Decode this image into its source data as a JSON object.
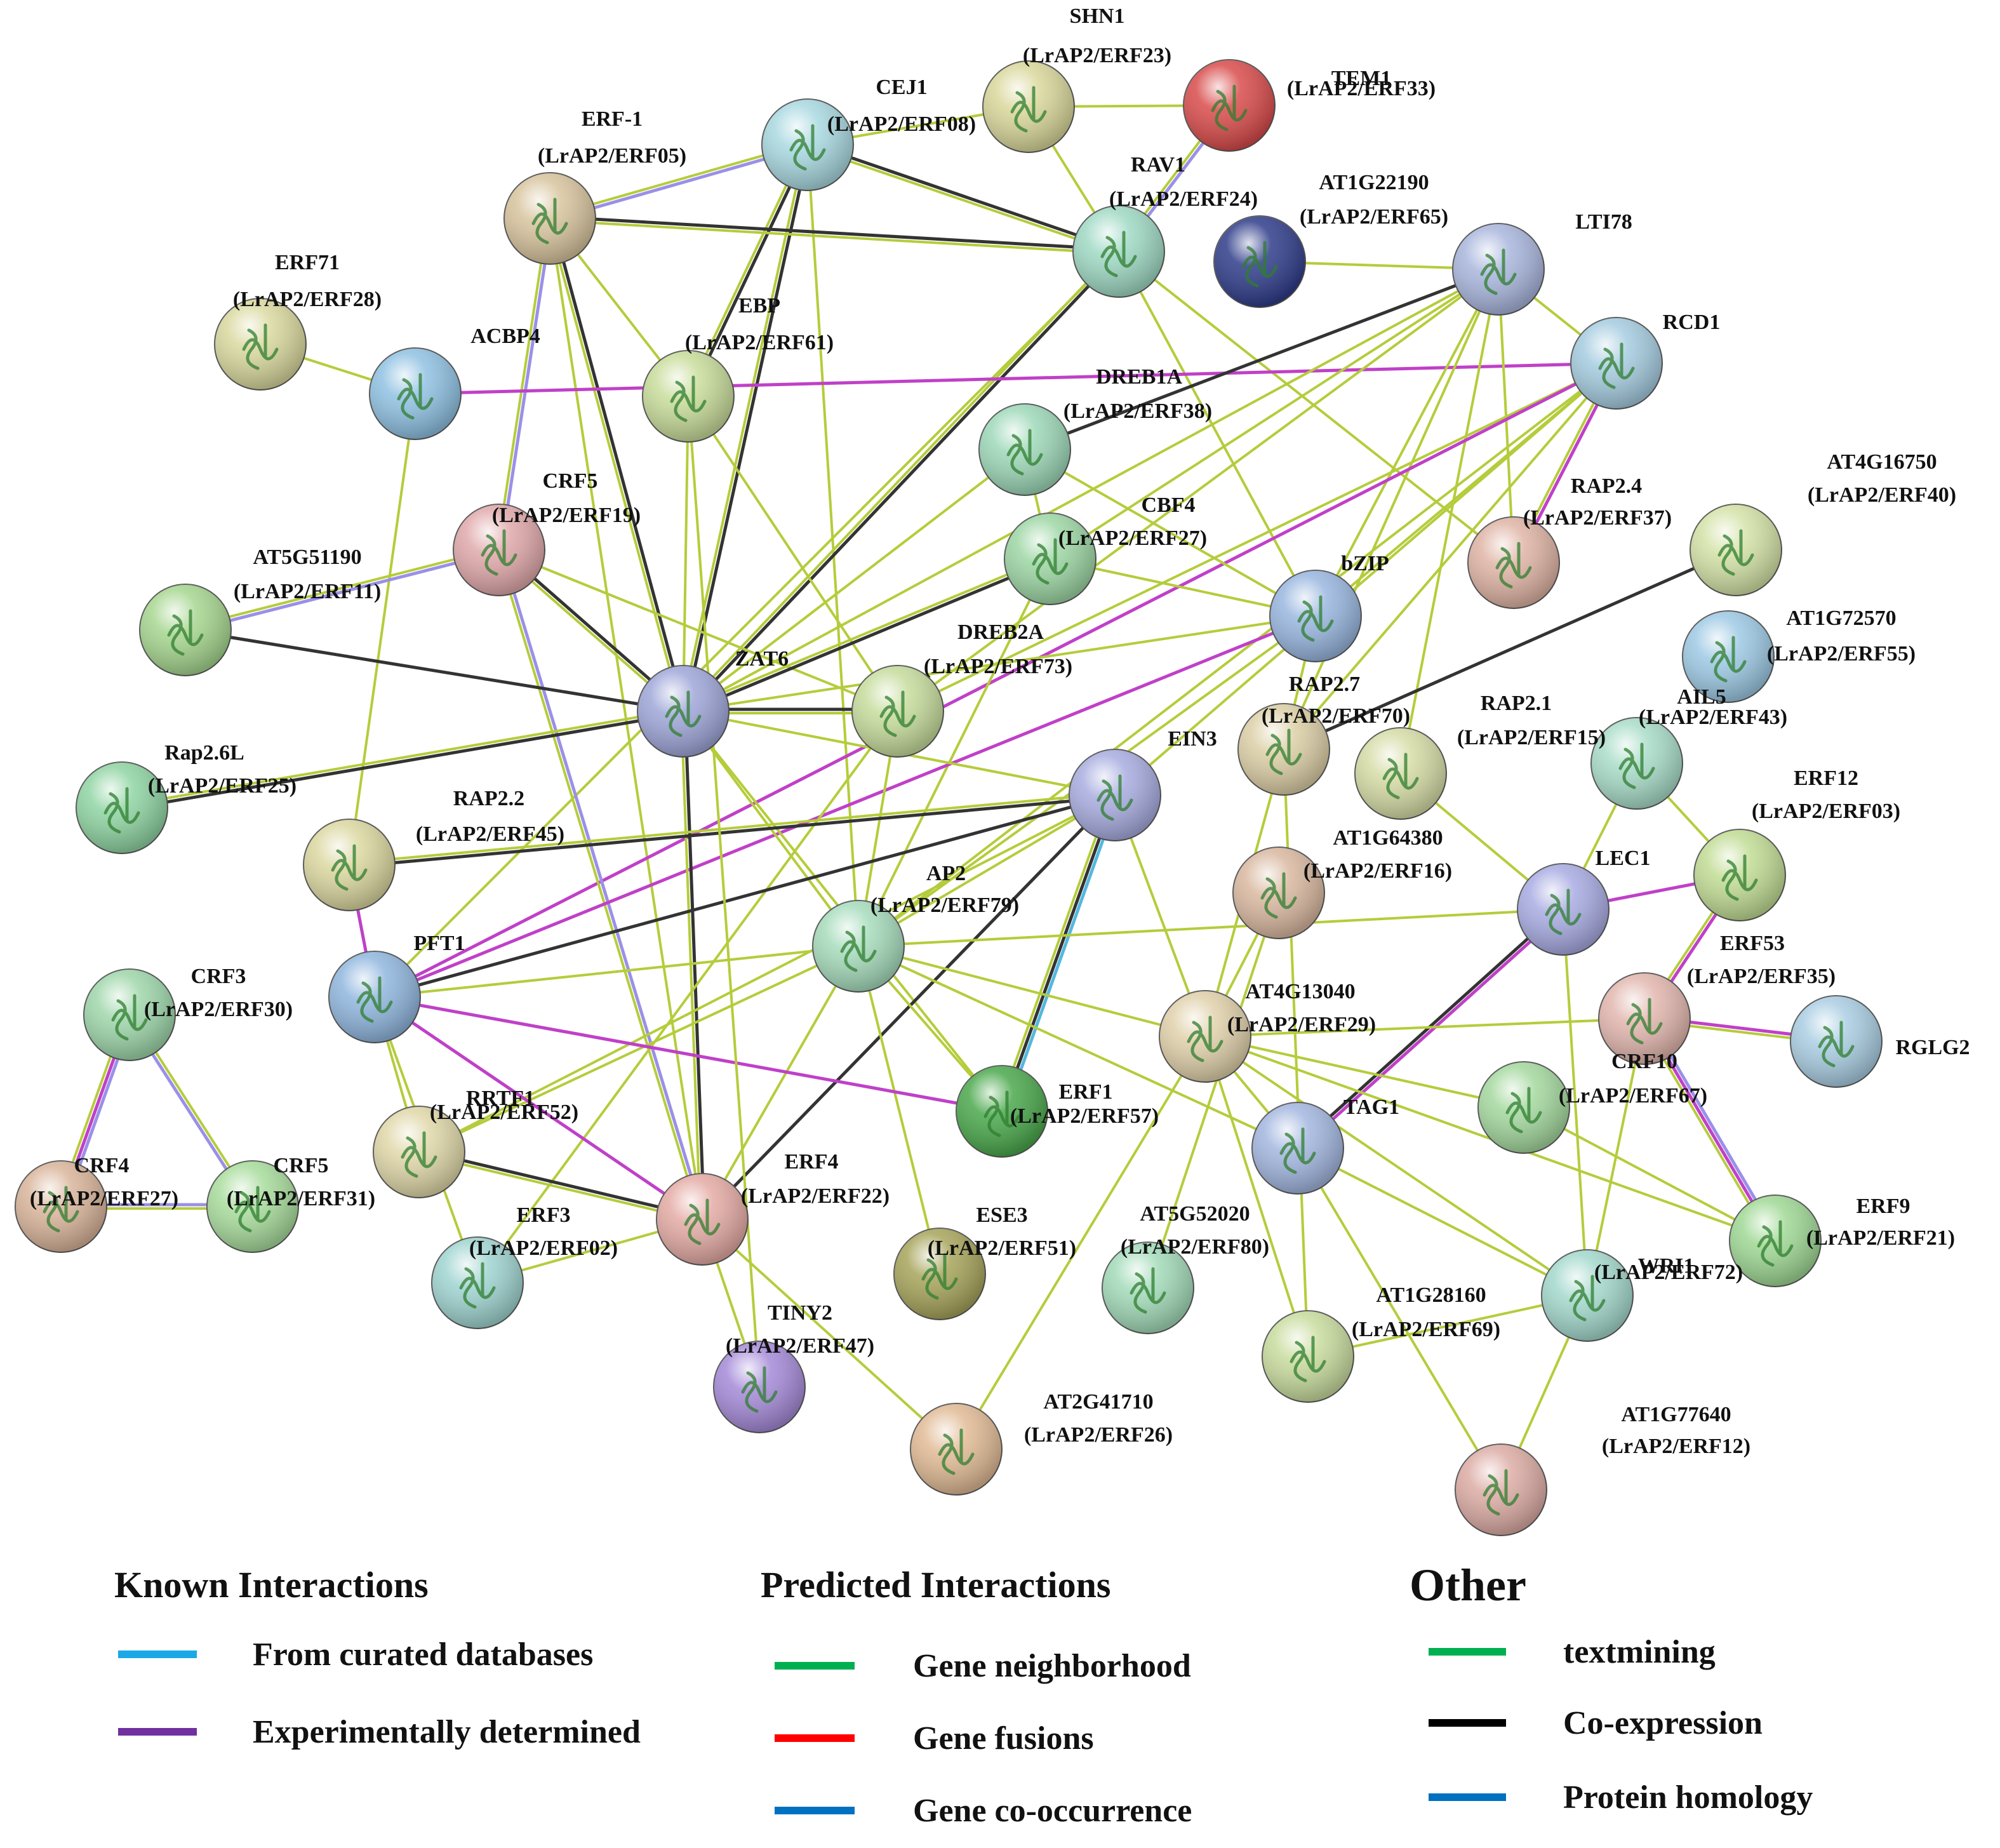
{
  "colors": {
    "textmining_edge": "#b5cc3b",
    "coexpression_edge": "#333333",
    "experimental_edge": "#c040c8",
    "database_edge": "#55b8de",
    "homology_edge": "#9a90e8"
  },
  "nodes": [
    {
      "id": "SHN1",
      "name": "SHN1",
      "sub": "(LrAP2/ERF23)",
      "color": "#d9d79a"
    },
    {
      "id": "TEM1",
      "name": "TEM1",
      "sub": "(LrAP2/ERF33)",
      "color": "#d94b4b"
    },
    {
      "id": "CEJ1",
      "name": "CEJ1",
      "sub": "(LrAP2/ERF08)",
      "color": "#a8d8e0"
    },
    {
      "id": "ERF-1",
      "name": "ERF-1",
      "sub": "(LrAP2/ERF05)",
      "color": "#d8c49e"
    },
    {
      "id": "RAV1",
      "name": "RAV1",
      "sub": "(LrAP2/ERF24)",
      "color": "#9fd9c4"
    },
    {
      "id": "AT1G22190",
      "name": "AT1G22190",
      "sub": "(LrAP2/ERF65)",
      "color": "#2f3c8a"
    },
    {
      "id": "LTI78",
      "name": "LTI78",
      "sub": "",
      "color": "#a9b6dd"
    },
    {
      "id": "ERF71",
      "name": "ERF71",
      "sub": "(LrAP2/ERF28)",
      "color": "#d9d89e"
    },
    {
      "id": "ACBP4",
      "name": "ACBP4",
      "sub": "",
      "color": "#8fc1e2"
    },
    {
      "id": "EBP",
      "name": "EBP",
      "sub": "(LrAP2/ERF61)",
      "color": "#c8dc9a"
    },
    {
      "id": "RCD1",
      "name": "RCD1",
      "sub": "",
      "color": "#a5cce0"
    },
    {
      "id": "DREB1A",
      "name": "DREB1A",
      "sub": "(LrAP2/ERF38)",
      "color": "#9dd8b8"
    },
    {
      "id": "AT4G16750",
      "name": "AT4G16750",
      "sub": "(LrAP2/ERF40)",
      "color": "#d3e2a6"
    },
    {
      "id": "CRF5a",
      "name": "CRF5",
      "sub": "(LrAP2/ERF19)",
      "color": "#e0a8aa"
    },
    {
      "id": "RAP2.4",
      "name": "RAP2.4",
      "sub": "(LrAP2/ERF37)",
      "color": "#dfb3a4"
    },
    {
      "id": "CBF4",
      "name": "CBF4",
      "sub": "(LrAP2/ERF27)",
      "color": "#9dd6a4"
    },
    {
      "id": "AT5G51190",
      "name": "AT5G51190",
      "sub": "(LrAP2/ERF11)",
      "color": "#a6d68f"
    },
    {
      "id": "bZIP",
      "name": "bZIP",
      "sub": "",
      "color": "#98b6df"
    },
    {
      "id": "AT1G72570",
      "name": "AT1G72570",
      "sub": "(LrAP2/ERF55)",
      "color": "#9dc9e4"
    },
    {
      "id": "ZAT6",
      "name": "ZAT6",
      "sub": "",
      "color": "#9ea6d8"
    },
    {
      "id": "DREB2A",
      "name": "DREB2A",
      "sub": "(LrAP2/ERF73)",
      "color": "#c6dc9c"
    },
    {
      "id": "RAP2.7",
      "name": "RAP2.7",
      "sub": "(LrAP2/ERF70)",
      "color": "#dccfa6"
    },
    {
      "id": "RAP2.1",
      "name": "RAP2.1",
      "sub": "(LrAP2/ERF15)",
      "color": "#d6dca6"
    },
    {
      "id": "AIL5",
      "name": "AIL5",
      "sub": "(LrAP2/ERF43)",
      "color": "#a8dcc8"
    },
    {
      "id": "Rap2.6L",
      "name": "Rap2.6L",
      "sub": "(LrAP2/ERF25)",
      "color": "#8fd4a2"
    },
    {
      "id": "EIN3",
      "name": "EIN3",
      "sub": "",
      "color": "#a7acdf"
    },
    {
      "id": "RAP2.2",
      "name": "RAP2.2",
      "sub": "(LrAP2/ERF45)",
      "color": "#dbd7a0"
    },
    {
      "id": "ERF12",
      "name": "ERF12",
      "sub": "(LrAP2/ERF03)",
      "color": "#c1dc94"
    },
    {
      "id": "AT1G64380",
      "name": "AT1G64380",
      "sub": "(LrAP2/ERF16)",
      "color": "#d9b8a0"
    },
    {
      "id": "LEC1",
      "name": "LEC1",
      "sub": "",
      "color": "#a8abe2"
    },
    {
      "id": "AP2",
      "name": "AP2",
      "sub": "(LrAP2/ERF79)",
      "color": "#a6dcbc"
    },
    {
      "id": "PFT1",
      "name": "PFT1",
      "sub": "",
      "color": "#90b6de"
    },
    {
      "id": "CRF3",
      "name": "CRF3",
      "sub": "(LrAP2/ERF30)",
      "color": "#9ed6aa"
    },
    {
      "id": "ERF53",
      "name": "ERF53",
      "sub": "(LrAP2/ERF35)",
      "color": "#e2b6ae"
    },
    {
      "id": "AT4G13040",
      "name": "AT4G13040",
      "sub": "(LrAP2/ERF29)",
      "color": "#e0d0aa"
    },
    {
      "id": "RGLG2",
      "name": "RGLG2",
      "sub": "",
      "color": "#a9cde2"
    },
    {
      "id": "RRTF1",
      "name": "RRTF1",
      "sub": "(LrAP2/ERF52)",
      "color": "#dfd7a8"
    },
    {
      "id": "ERF1",
      "name": "ERF1",
      "sub": "(LrAP2/ERF57)",
      "color": "#4aa84c"
    },
    {
      "id": "TAG1",
      "name": "TAG1",
      "sub": "",
      "color": "#a2b6df"
    },
    {
      "id": "CRF10",
      "name": "CRF10",
      "sub": "(LrAP2/ERF67)",
      "color": "#a4d89e"
    },
    {
      "id": "CRF4",
      "name": "CRF4",
      "sub": "(LrAP2/ERF27)",
      "color": "#d9b49a"
    },
    {
      "id": "CRF5b",
      "name": "CRF5",
      "sub": "(LrAP2/ERF31)",
      "color": "#a8dc9c"
    },
    {
      "id": "ERF4",
      "name": "ERF4",
      "sub": "(LrAP2/ERF22)",
      "color": "#e4aaa4"
    },
    {
      "id": "ERF3",
      "name": "ERF3",
      "sub": "(LrAP2/ERF02)",
      "color": "#9fd4d0"
    },
    {
      "id": "ESE3",
      "name": "ESE3",
      "sub": "(LrAP2/ERF51)",
      "color": "#a6a45a"
    },
    {
      "id": "AT5G52020",
      "name": "AT5G52020",
      "sub": "(LrAP2/ERF80)",
      "color": "#a2dab8"
    },
    {
      "id": "ERF9",
      "name": "ERF9",
      "sub": "(LrAP2/ERF21)",
      "color": "#9fd894"
    },
    {
      "id": "WRI1",
      "name": "WRI1",
      "sub": "(LrAP2/ERF72)",
      "color": "#a3d8cc"
    },
    {
      "id": "AT1G28160",
      "name": "AT1G28160",
      "sub": "(LrAP2/ERF69)",
      "color": "#c9dc9e"
    },
    {
      "id": "TINY2",
      "name": "TINY2",
      "sub": "(LrAP2/ERF47)",
      "color": "#a58ad8"
    },
    {
      "id": "AT2G41710",
      "name": "AT2G41710",
      "sub": "(LrAP2/ERF26)",
      "color": "#e0ba94"
    },
    {
      "id": "AT1G77640",
      "name": "AT1G77640",
      "sub": "(LrAP2/ERF12)",
      "color": "#dcaba4"
    }
  ],
  "edges": [
    {
      "a": "SHN1",
      "b": "TEM1",
      "types": [
        "textmining"
      ]
    },
    {
      "a": "SHN1",
      "b": "RAV1",
      "types": [
        "textmining"
      ]
    },
    {
      "a": "TEM1",
      "b": "RAV1",
      "types": [
        "homology",
        "textmining"
      ]
    },
    {
      "a": "CEJ1",
      "b": "ERF-1",
      "types": [
        "homology",
        "textmining"
      ]
    },
    {
      "a": "CEJ1",
      "b": "RAV1",
      "types": [
        "coexpression",
        "textmining"
      ]
    },
    {
      "a": "CEJ1",
      "b": "EBP",
      "types": [
        "coexpression",
        "textmining"
      ]
    },
    {
      "a": "CEJ1",
      "b": "ZAT6",
      "types": [
        "coexpression",
        "textmining"
      ]
    },
    {
      "a": "CEJ1",
      "b": "AP2",
      "types": [
        "textmining"
      ]
    },
    {
      "a": "CEJ1",
      "b": "SHN1",
      "types": [
        "textmining"
      ]
    },
    {
      "a": "ERF-1",
      "b": "RAV1",
      "types": [
        "coexpression",
        "textmining"
      ]
    },
    {
      "a": "ERF-1",
      "b": "CRF5a",
      "types": [
        "homology",
        "textmining"
      ]
    },
    {
      "a": "ERF-1",
      "b": "ZAT6",
      "types": [
        "coexpression",
        "textmining"
      ]
    },
    {
      "a": "ERF-1",
      "b": "ERF4",
      "types": [
        "textmining"
      ]
    },
    {
      "a": "ERF-1",
      "b": "EBP",
      "types": [
        "textmining"
      ]
    },
    {
      "a": "RAV1",
      "b": "ZAT6",
      "types": [
        "coexpression",
        "textmining"
      ]
    },
    {
      "a": "RAV1",
      "b": "bZIP",
      "types": [
        "textmining"
      ]
    },
    {
      "a": "RAV1",
      "b": "RAP2.4",
      "types": [
        "textmining"
      ]
    },
    {
      "a": "RAV1",
      "b": "PFT1",
      "types": [
        "textmining"
      ]
    },
    {
      "a": "AT1G22190",
      "b": "LTI78",
      "types": [
        "textmining"
      ]
    },
    {
      "a": "ERF71",
      "b": "ACBP4",
      "types": [
        "textmining"
      ]
    },
    {
      "a": "ACBP4",
      "b": "RCD1",
      "types": [
        "experimental"
      ]
    },
    {
      "a": "ACBP4",
      "b": "RAP2.2",
      "types": [
        "textmining"
      ]
    },
    {
      "a": "EBP",
      "b": "ZAT6",
      "types": [
        "textmining"
      ]
    },
    {
      "a": "EBP",
      "b": "DREB2A",
      "types": [
        "textmining"
      ]
    },
    {
      "a": "LTI78",
      "b": "DREB1A",
      "types": [
        "coexpression"
      ]
    },
    {
      "a": "LTI78",
      "b": "CBF4",
      "types": [
        "textmining"
      ]
    },
    {
      "a": "LTI78",
      "b": "RAP2.4",
      "types": [
        "textmining"
      ]
    },
    {
      "a": "LTI78",
      "b": "bZIP",
      "types": [
        "textmining"
      ]
    },
    {
      "a": "LTI78",
      "b": "DREB2A",
      "types": [
        "textmining"
      ]
    },
    {
      "a": "LTI78",
      "b": "RAP2.7",
      "types": [
        "textmining"
      ]
    },
    {
      "a": "LTI78",
      "b": "RAP2.1",
      "types": [
        "textmining"
      ]
    },
    {
      "a": "LTI78",
      "b": "RCD1",
      "types": [
        "textmining"
      ]
    },
    {
      "a": "LTI78",
      "b": "ZAT6",
      "types": [
        "textmining"
      ]
    },
    {
      "a": "RCD1",
      "b": "RAP2.4",
      "types": [
        "experimental",
        "textmining"
      ]
    },
    {
      "a": "RCD1",
      "b": "DREB2A",
      "types": [
        "textmining"
      ]
    },
    {
      "a": "RCD1",
      "b": "bZIP",
      "types": [
        "textmining"
      ]
    },
    {
      "a": "RCD1",
      "b": "RAP2.7",
      "types": [
        "textmining"
      ]
    },
    {
      "a": "RCD1",
      "b": "AP2",
      "types": [
        "textmining"
      ]
    },
    {
      "a": "RCD1",
      "b": "PFT1",
      "types": [
        "experimental"
      ]
    },
    {
      "a": "RCD1",
      "b": "EIN3",
      "types": [
        "textmining"
      ]
    },
    {
      "a": "DREB1A",
      "b": "ZAT6",
      "types": [
        "textmining"
      ]
    },
    {
      "a": "DREB1A",
      "b": "CBF4",
      "types": [
        "textmining"
      ]
    },
    {
      "a": "DREB1A",
      "b": "bZIP",
      "types": [
        "textmining"
      ]
    },
    {
      "a": "CRF5a",
      "b": "ZAT6",
      "types": [
        "coexpression",
        "textmining"
      ]
    },
    {
      "a": "CRF5a",
      "b": "ERF4",
      "types": [
        "homology",
        "textmining"
      ]
    },
    {
      "a": "CRF5a",
      "b": "AT5G51190",
      "types": [
        "homology",
        "textmining"
      ]
    },
    {
      "a": "CRF5a",
      "b": "DREB2A",
      "types": [
        "textmining"
      ]
    },
    {
      "a": "CBF4",
      "b": "ZAT6",
      "types": [
        "coexpression",
        "textmining"
      ]
    },
    {
      "a": "CBF4",
      "b": "bZIP",
      "types": [
        "textmining"
      ]
    },
    {
      "a": "CBF4",
      "b": "AP2",
      "types": [
        "textmining"
      ]
    },
    {
      "a": "AT5G51190",
      "b": "ZAT6",
      "types": [
        "coexpression"
      ]
    },
    {
      "a": "bZIP",
      "b": "PFT1",
      "types": [
        "experimental"
      ]
    },
    {
      "a": "bZIP",
      "b": "ZAT6",
      "types": [
        "textmining"
      ]
    },
    {
      "a": "bZIP",
      "b": "AP2",
      "types": [
        "textmining"
      ]
    },
    {
      "a": "bZIP",
      "b": "RAP2.7",
      "types": [
        "textmining"
      ]
    },
    {
      "a": "AT4G16750",
      "b": "RAP2.7",
      "types": [
        "coexpression"
      ]
    },
    {
      "a": "ZAT6",
      "b": "DREB2A",
      "types": [
        "coexpression",
        "textmining"
      ]
    },
    {
      "a": "ZAT6",
      "b": "ERF4",
      "types": [
        "coexpression",
        "textmining"
      ]
    },
    {
      "a": "ZAT6",
      "b": "Rap2.6L",
      "types": [
        "coexpression",
        "textmining"
      ]
    },
    {
      "a": "ZAT6",
      "b": "EIN3",
      "types": [
        "textmining"
      ]
    },
    {
      "a": "ZAT6",
      "b": "AP2",
      "types": [
        "textmining"
      ]
    },
    {
      "a": "ZAT6",
      "b": "ERF1",
      "types": [
        "textmining"
      ]
    },
    {
      "a": "DREB2A",
      "b": "AP2",
      "types": [
        "textmining"
      ]
    },
    {
      "a": "DREB2A",
      "b": "ERF3",
      "types": [
        "textmining"
      ]
    },
    {
      "a": "RAP2.7",
      "b": "AT4G13040",
      "types": [
        "textmining"
      ]
    },
    {
      "a": "RAP2.7",
      "b": "AT1G28160",
      "types": [
        "textmining"
      ]
    },
    {
      "a": "RAP2.1",
      "b": "LEC1",
      "types": [
        "textmining"
      ]
    },
    {
      "a": "AIL5",
      "b": "LEC1",
      "types": [
        "textmining"
      ]
    },
    {
      "a": "EIN3",
      "b": "ERF1",
      "types": [
        "database",
        "coexpression",
        "textmining"
      ]
    },
    {
      "a": "EIN3",
      "b": "RAP2.2",
      "types": [
        "coexpression",
        "textmining"
      ]
    },
    {
      "a": "EIN3",
      "b": "PFT1",
      "types": [
        "coexpression"
      ]
    },
    {
      "a": "EIN3",
      "b": "ERF4",
      "types": [
        "coexpression"
      ]
    },
    {
      "a": "EIN3",
      "b": "AP2",
      "types": [
        "textmining"
      ]
    },
    {
      "a": "EIN3",
      "b": "RRTF1",
      "types": [
        "textmining"
      ]
    },
    {
      "a": "EIN3",
      "b": "AT4G13040",
      "types": [
        "textmining"
      ]
    },
    {
      "a": "RAP2.2",
      "b": "PFT1",
      "types": [
        "experimental"
      ]
    },
    {
      "a": "ERF12",
      "b": "LEC1",
      "types": [
        "experimental"
      ]
    },
    {
      "a": "ERF12",
      "b": "ERF53",
      "types": [
        "experimental",
        "textmining"
      ]
    },
    {
      "a": "ERF12",
      "b": "AIL5",
      "types": [
        "textmining"
      ]
    },
    {
      "a": "AT1G64380",
      "b": "AT4G13040",
      "types": [
        "textmining"
      ]
    },
    {
      "a": "AT1G64380",
      "b": "AT5G52020",
      "types": [
        "textmining"
      ]
    },
    {
      "a": "LEC1",
      "b": "TAG1",
      "types": [
        "experimental",
        "coexpression"
      ]
    },
    {
      "a": "LEC1",
      "b": "WRI1",
      "types": [
        "textmining"
      ]
    },
    {
      "a": "LEC1",
      "b": "AP2",
      "types": [
        "textmining"
      ]
    },
    {
      "a": "AP2",
      "b": "PFT1",
      "types": [
        "textmining"
      ]
    },
    {
      "a": "AP2",
      "b": "ERF1",
      "types": [
        "textmining"
      ]
    },
    {
      "a": "AP2",
      "b": "ERF4",
      "types": [
        "textmining"
      ]
    },
    {
      "a": "AP2",
      "b": "ESE3",
      "types": [
        "textmining"
      ]
    },
    {
      "a": "AP2",
      "b": "RRTF1",
      "types": [
        "textmining"
      ]
    },
    {
      "a": "AP2",
      "b": "AT4G13040",
      "types": [
        "textmining"
      ]
    },
    {
      "a": "AP2",
      "b": "TAG1",
      "types": [
        "textmining"
      ]
    },
    {
      "a": "PFT1",
      "b": "ERF1",
      "types": [
        "experimental"
      ]
    },
    {
      "a": "PFT1",
      "b": "ERF4",
      "types": [
        "experimental"
      ]
    },
    {
      "a": "PFT1",
      "b": "RRTF1",
      "types": [
        "textmining"
      ]
    },
    {
      "a": "PFT1",
      "b": "ERF3",
      "types": [
        "textmining"
      ]
    },
    {
      "a": "CRF3",
      "b": "CRF4",
      "types": [
        "homology",
        "experimental",
        "textmining"
      ]
    },
    {
      "a": "CRF3",
      "b": "CRF5b",
      "types": [
        "textmining",
        "homology"
      ]
    },
    {
      "a": "CRF4",
      "b": "CRF5b",
      "types": [
        "homology",
        "textmining"
      ]
    },
    {
      "a": "ERF53",
      "b": "RGLG2",
      "types": [
        "experimental",
        "textmining"
      ]
    },
    {
      "a": "ERF53",
      "b": "ERF9",
      "types": [
        "homology",
        "experimental",
        "textmining"
      ]
    },
    {
      "a": "ERF53",
      "b": "AT4G13040",
      "types": [
        "textmining"
      ]
    },
    {
      "a": "ERF53",
      "b": "WRI1",
      "types": [
        "textmining"
      ]
    },
    {
      "a": "AT4G13040",
      "b": "CRF10",
      "types": [
        "textmining"
      ]
    },
    {
      "a": "AT4G13040",
      "b": "TAG1",
      "types": [
        "textmining"
      ]
    },
    {
      "a": "AT4G13040",
      "b": "AT2G41710",
      "types": [
        "textmining"
      ]
    },
    {
      "a": "AT4G13040",
      "b": "AT1G28160",
      "types": [
        "textmining"
      ]
    },
    {
      "a": "AT4G13040",
      "b": "ERF9",
      "types": [
        "textmining"
      ]
    },
    {
      "a": "AT4G13040",
      "b": "WRI1",
      "types": [
        "textmining"
      ]
    },
    {
      "a": "RRTF1",
      "b": "ERF4",
      "types": [
        "coexpression",
        "textmining"
      ]
    },
    {
      "a": "TAG1",
      "b": "WRI1",
      "types": [
        "textmining"
      ]
    },
    {
      "a": "TAG1",
      "b": "AT1G77640",
      "types": [
        "textmining"
      ]
    },
    {
      "a": "CRF10",
      "b": "ERF9",
      "types": [
        "textmining"
      ]
    },
    {
      "a": "ERF4",
      "b": "ERF3",
      "types": [
        "textmining"
      ]
    },
    {
      "a": "ERF4",
      "b": "TINY2",
      "types": [
        "textmining"
      ]
    },
    {
      "a": "ERF4",
      "b": "AT2G41710",
      "types": [
        "textmining"
      ]
    },
    {
      "a": "WRI1",
      "b": "AT1G28160",
      "types": [
        "textmining"
      ]
    },
    {
      "a": "WRI1",
      "b": "AT1G77640",
      "types": [
        "textmining"
      ]
    },
    {
      "a": "TINY2",
      "b": "EBP",
      "types": [
        "textmining"
      ]
    }
  ],
  "legend": {
    "known": {
      "heading": "Known Interactions",
      "items": [
        {
          "label": "From curated databases",
          "color": "#1aa8e6"
        },
        {
          "label": "Experimentally determined",
          "color": "#7030a0"
        }
      ]
    },
    "predicted": {
      "heading": "Predicted Interactions",
      "items": [
        {
          "label": "Gene neighborhood",
          "color": "#00b050"
        },
        {
          "label": "Gene fusions",
          "color": "#ff0000"
        },
        {
          "label": "Gene co-occurrence",
          "color": "#0070c0"
        }
      ]
    },
    "other": {
      "heading": "Other",
      "items": [
        {
          "label": "textmining",
          "color": "#00b050"
        },
        {
          "label": "Co-expression",
          "color": "#000000"
        },
        {
          "label": "Protein homology",
          "color": "#0070c0"
        }
      ]
    }
  }
}
